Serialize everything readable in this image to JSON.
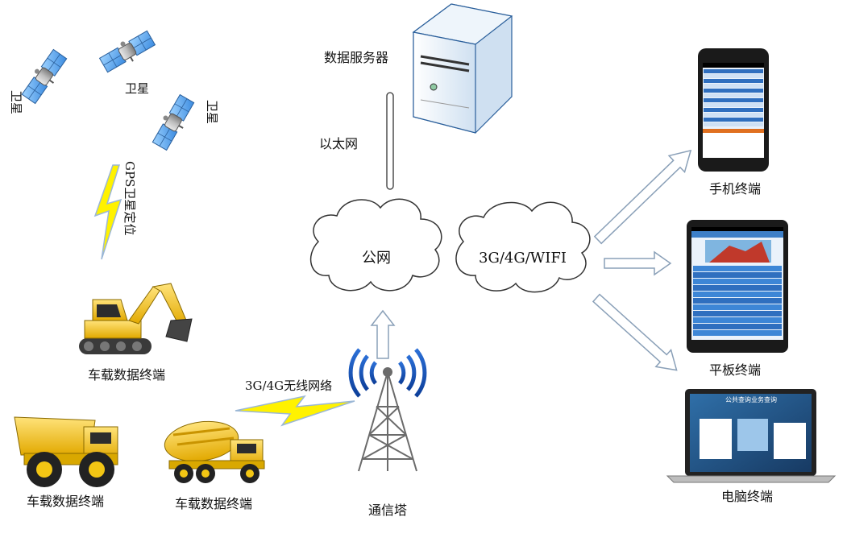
{
  "labels": {
    "satellite_left": "卫星",
    "satellite_mid": "卫星",
    "satellite_right": "卫星",
    "gps": "GPS卫星定位",
    "data_server": "数据服务器",
    "ethernet": "以太网",
    "public_net": "公网",
    "wireless_cloud": "3G/4G/WIFI",
    "wireless_link": "3G/4G无线网络",
    "tower": "通信塔",
    "terminal_excavator": "车载数据终端",
    "terminal_dump": "车载数据终端",
    "terminal_mixer": "车载数据终端",
    "phone": "手机终端",
    "tablet": "平板终端",
    "pc": "电脑终端",
    "pc_screen_title": "公共查询业务查询"
  },
  "colors": {
    "line": "#2c2c2c",
    "arrow_fill": "#ffffff",
    "arrow_stroke": "#8aa0b8",
    "lightning": "#fff200",
    "vehicle_yellow": "#f3c614",
    "server_blue": "#d6e6f5",
    "screen_blue": "#3a7bd5"
  }
}
